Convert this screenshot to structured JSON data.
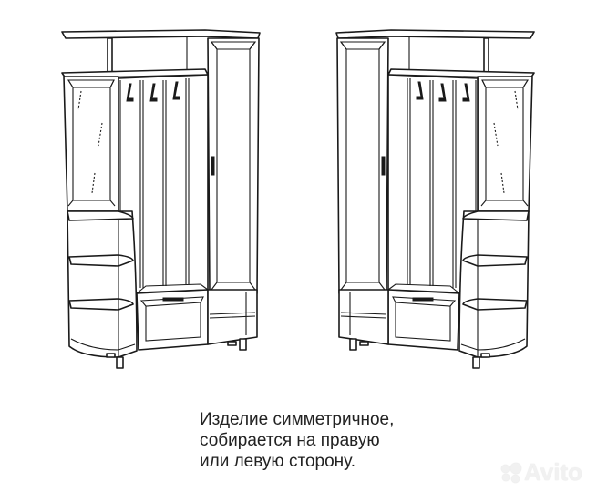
{
  "image": {
    "type": "product-illustration",
    "subject": "hallway furniture set (wardrobe, coat hooks, mirror, corner shelves)",
    "drawings": [
      {
        "id": "left-configuration",
        "orientation": "mirror-left, wardrobe-right",
        "hooks": 3,
        "corner_shelves": 3
      },
      {
        "id": "right-configuration",
        "orientation": "wardrobe-left, mirror-right",
        "hooks": 3,
        "corner_shelves": 3
      }
    ]
  },
  "caption": {
    "lines": [
      "Изделие симметричное,",
      "собирается на правую",
      "или левую сторону."
    ]
  },
  "watermark": {
    "label": "Avito",
    "icon": "avito-dots-icon"
  },
  "colors": {
    "background": "#ffffff",
    "line": "#1a1a1a",
    "text": "#222222",
    "watermark": "#f1f1f1"
  }
}
